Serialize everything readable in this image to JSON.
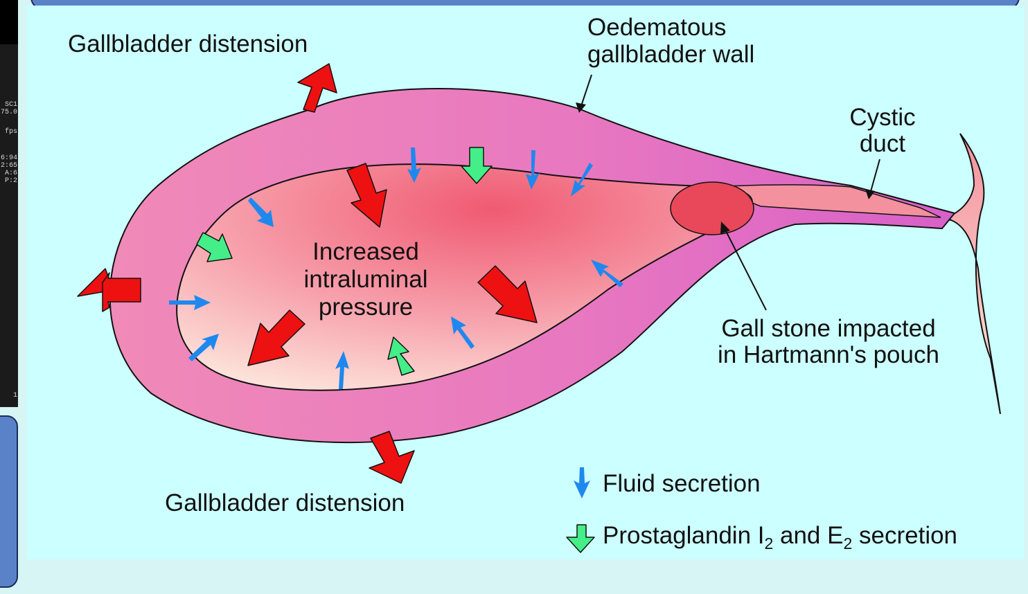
{
  "viewer": {
    "side_readout": [
      "SC1",
      "75.0",
      "fps",
      "",
      "6:94",
      "2:65",
      "A:6",
      "P:2"
    ],
    "side_footer": "1"
  },
  "diagram": {
    "labels": {
      "distension_top": "Gallbladder distension",
      "distension_bottom": "Gallbladder distension",
      "wall_line1": "Oedematous",
      "wall_line2": "gallbladder wall",
      "cystic_line1": "Cystic",
      "cystic_line2": "duct",
      "pressure_line1": "Increased",
      "pressure_line2": "intraluminal",
      "pressure_line3": "pressure",
      "stone_line1": "Gall stone impacted",
      "stone_line2": "in Hartmann's pouch"
    },
    "legend": {
      "fluid": "Fluid secretion",
      "prosta_prefix": "Prostaglandin I",
      "prosta_sub1": "2",
      "prosta_mid": " and E",
      "prosta_sub2": "2",
      "prosta_suffix": " secretion"
    },
    "colors": {
      "background": "#ccffff",
      "wall": "#e070b0",
      "lumen": "#f7a0a8",
      "stone": "#e8485a",
      "red_arrow": "#ee1111",
      "blue_arrow": "#1e88ee",
      "green_arrow": "#44ee88"
    }
  }
}
